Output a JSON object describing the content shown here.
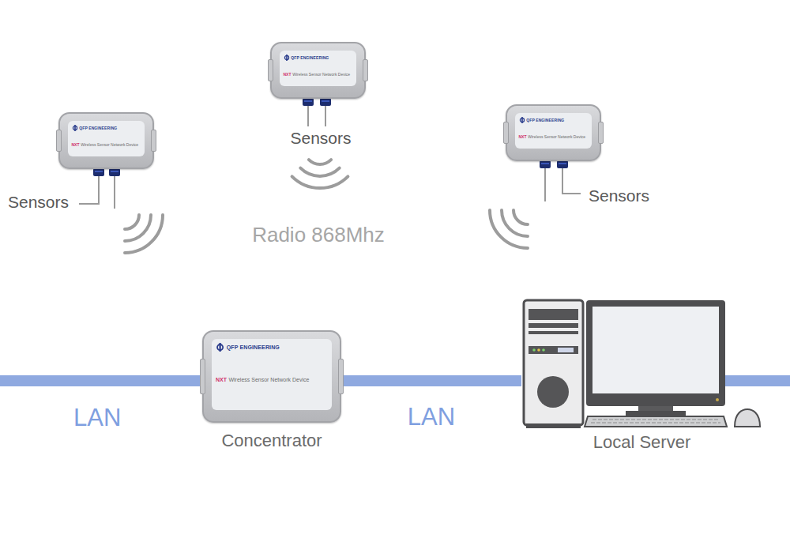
{
  "diagram": {
    "nodes": [
      {
        "text": [
          "QFP ENGINEERING",
          "NXT",
          "Wireless Sensor Network Device"
        ]
      },
      {
        "text": [
          "QFP ENGINEERING",
          "NXT",
          "Wireless Sensor Network Device"
        ]
      },
      {
        "text": [
          "QFP ENGINEERING",
          "NXT",
          "Wireless Sensor Network Device"
        ]
      },
      {
        "text": [
          "QFP ENGINEERING",
          "NXT",
          "Wireless Sensor Network Device",
          "Concentrator"
        ]
      },
      {
        "text": [
          "Local Server"
        ]
      }
    ],
    "edges": [
      {
        "from": 3,
        "to": 4,
        "arrow": "none",
        "label": "LAN"
      }
    ],
    "labels": [
      "Sensors",
      "Sensors",
      "Sensors",
      "Radio 868Mhz",
      "LAN"
    ]
  }
}
